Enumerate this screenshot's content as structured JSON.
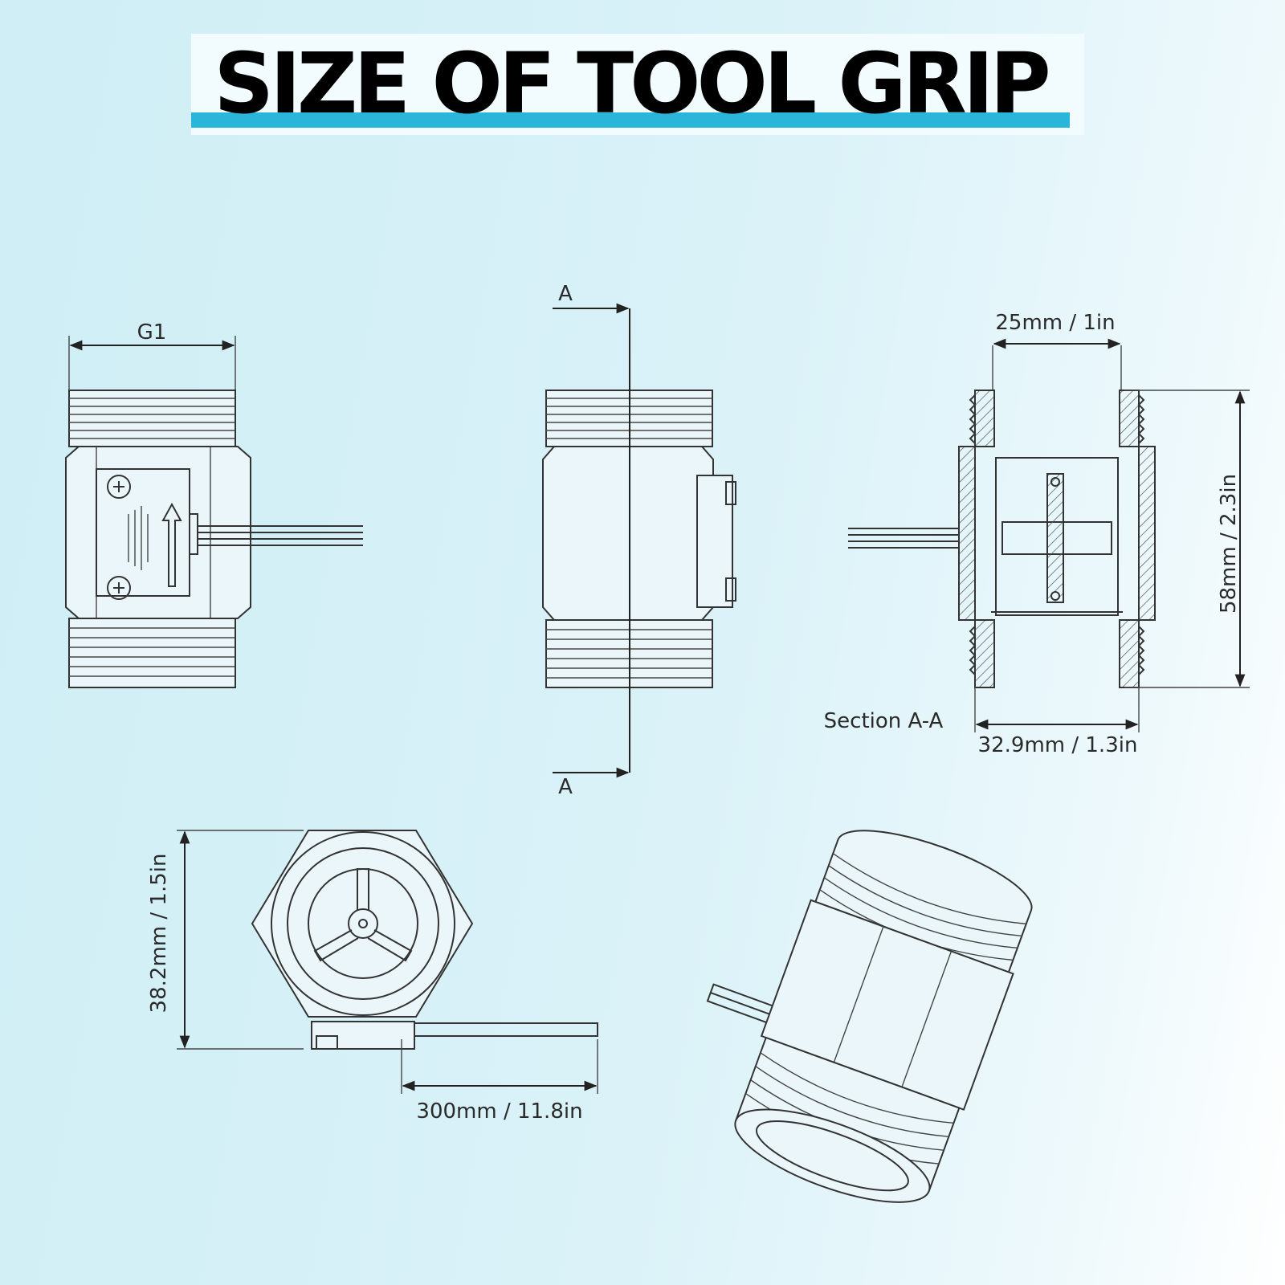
{
  "title": "SIZE OF TOOL GRIP",
  "colors": {
    "accent_bar": "#29b6d9",
    "line": "#333333"
  },
  "labels": {
    "g1": "G1",
    "section_a_top": "A",
    "section_a_bottom": "A",
    "width_25": "25mm / 1in",
    "height_58": "58mm / 2.3in",
    "section_a_a": "Section A-A",
    "width_32_9": "32.9mm / 1.3in",
    "height_38_2": "38.2mm / 1.5in",
    "cable_300": "300mm / 11.8in"
  }
}
